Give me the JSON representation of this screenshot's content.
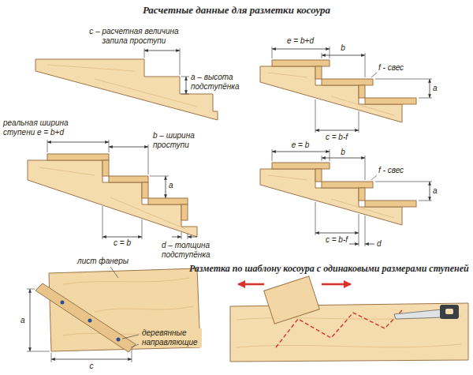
{
  "diagram": {
    "title": "Расчетные данные для разметки косоура",
    "labels": [
      "c – расчетная величина запила проступи",
      "a – высота подступёнка",
      "e = b+d",
      "b",
      "f - свес",
      "a",
      "c = b-f",
      "реальная ширина ступени e = b+d",
      "b – ширина проступи",
      "a",
      "c = b",
      "d – толщина подступёнка",
      "e = b",
      "b",
      "f - свес",
      "a",
      "c = b-f",
      "d",
      "Разметка по шаблону косоура с одинаковыми размерами ступеней",
      "лист фанеры",
      "a",
      "c",
      "деревянные направляющие"
    ]
  }
}
